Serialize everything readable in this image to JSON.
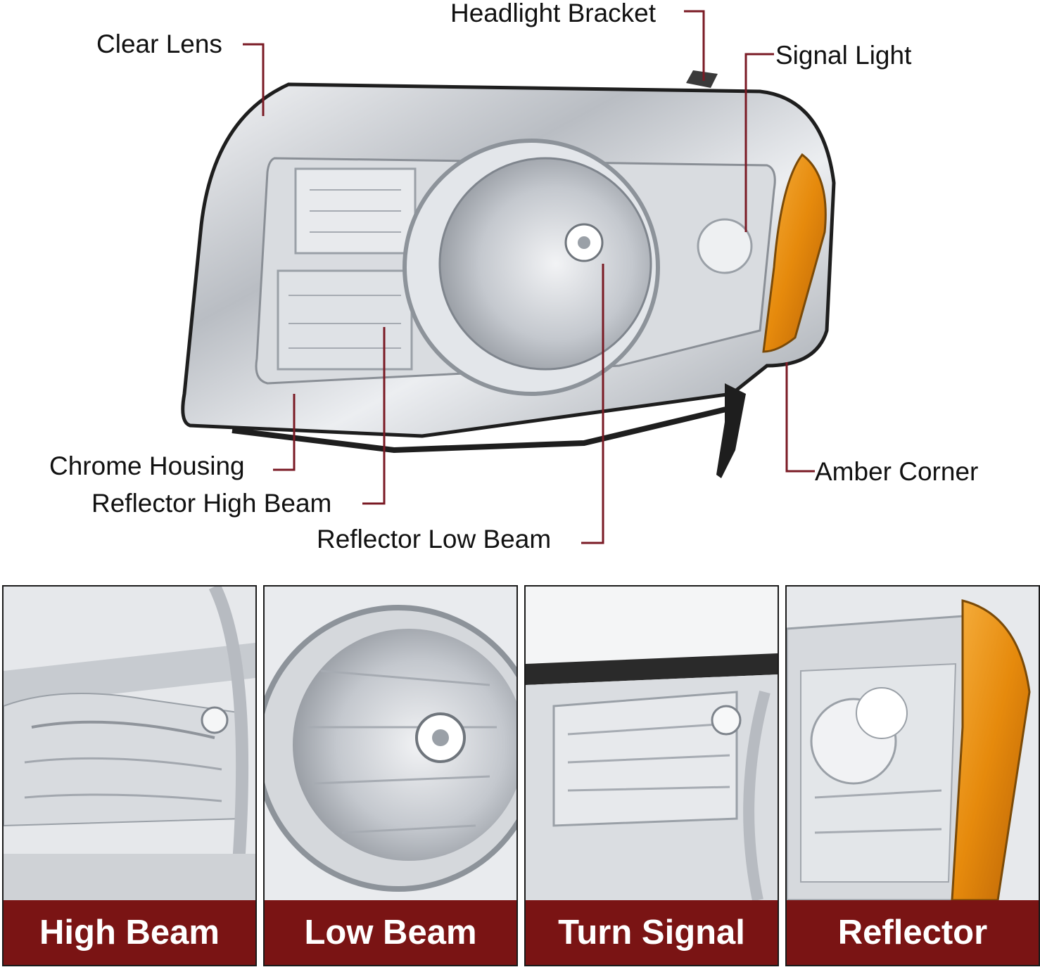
{
  "colors": {
    "leader": "#7a1a24",
    "caption_bg": "#7a1414",
    "amber": "#e8900e",
    "chrome": "#c9ccd1"
  },
  "labels": {
    "clear_lens": "Clear Lens",
    "headlight_bracket": "Headlight Bracket",
    "signal_light": "Signal Light",
    "chrome_housing": "Chrome Housing",
    "reflector_high_beam": "Reflector High Beam",
    "reflector_low_beam": "Reflector Low Beam",
    "amber_corner": "Amber Corner"
  },
  "panels": [
    {
      "caption": "High Beam"
    },
    {
      "caption": "Low Beam"
    },
    {
      "caption": "Turn Signal"
    },
    {
      "caption": "Reflector"
    }
  ]
}
